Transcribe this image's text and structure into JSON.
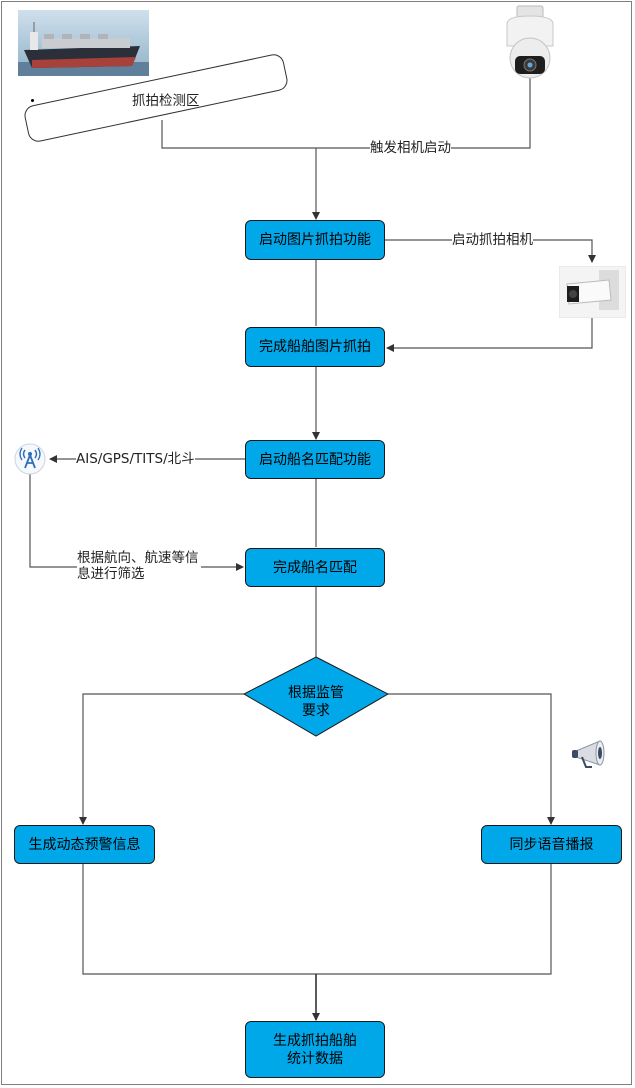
{
  "zone": {
    "label": "抓拍检测区"
  },
  "nodes": {
    "start_capture": "启动图片抓拍功能",
    "capture_done": "完成船舶图片抓拍",
    "start_match": "启动船名匹配功能",
    "match_done": "完成船名匹配",
    "decision": "根据监管要求",
    "warning": "生成动态预警信息",
    "voice": "同步语音播报",
    "stats": "生成抓拍船舶统计数据"
  },
  "edges": {
    "trigger_camera": "触发相机启动",
    "start_capture_camera": "启动抓拍相机",
    "ais_sources": "AIS/GPS/TITS/北斗",
    "filter_note": "根据航向、航速等信息进行筛选"
  },
  "icons": [
    "ship-photo",
    "dome-camera-icon",
    "bullet-camera-icon",
    "antenna-icon",
    "megaphone-icon"
  ],
  "colors": {
    "node_fill": "#00a8ea",
    "line": "#555555",
    "frame": "#7f7f7f"
  }
}
